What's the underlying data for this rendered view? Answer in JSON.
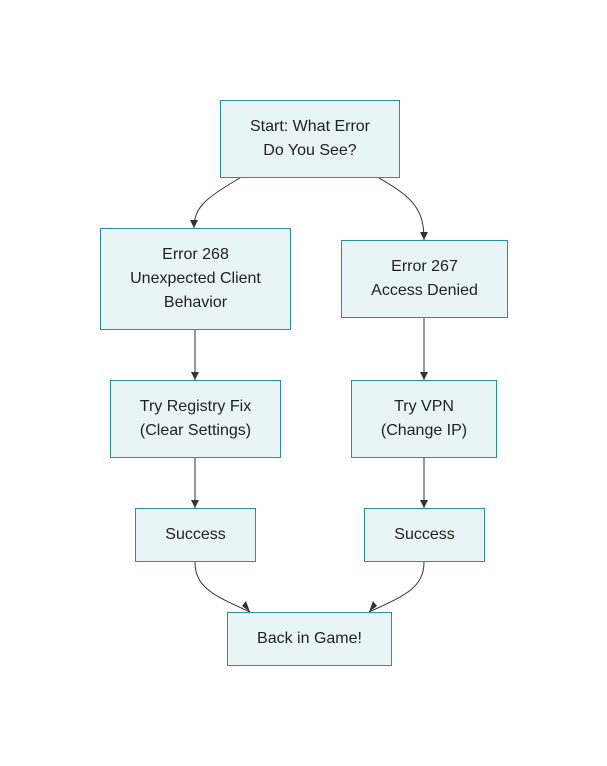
{
  "diagram": {
    "nodes": {
      "start": {
        "lines": [
          "Start: What Error",
          "Do You See?"
        ]
      },
      "error268": {
        "lines": [
          "Error 268",
          "Unexpected Client",
          "Behavior"
        ]
      },
      "error267": {
        "lines": [
          "Error 267",
          "Access Denied"
        ]
      },
      "registry_fix": {
        "lines": [
          "Try Registry Fix",
          "(Clear Settings)"
        ]
      },
      "vpn": {
        "lines": [
          "Try VPN",
          "(Change IP)"
        ]
      },
      "success_left": {
        "lines": [
          "Success"
        ]
      },
      "success_right": {
        "lines": [
          "Success"
        ]
      },
      "back_in_game": {
        "lines": [
          "Back in Game!"
        ]
      }
    },
    "edges": [
      {
        "from": "start",
        "to": "error268"
      },
      {
        "from": "start",
        "to": "error267"
      },
      {
        "from": "error268",
        "to": "registry_fix"
      },
      {
        "from": "error267",
        "to": "vpn"
      },
      {
        "from": "registry_fix",
        "to": "success_left"
      },
      {
        "from": "vpn",
        "to": "success_right"
      },
      {
        "from": "success_left",
        "to": "back_in_game"
      },
      {
        "from": "success_right",
        "to": "back_in_game"
      }
    ],
    "colors": {
      "node_fill": "#e8f4f5",
      "node_border": "#2a8ea0",
      "edge": "#333333",
      "text": "#222222"
    }
  }
}
